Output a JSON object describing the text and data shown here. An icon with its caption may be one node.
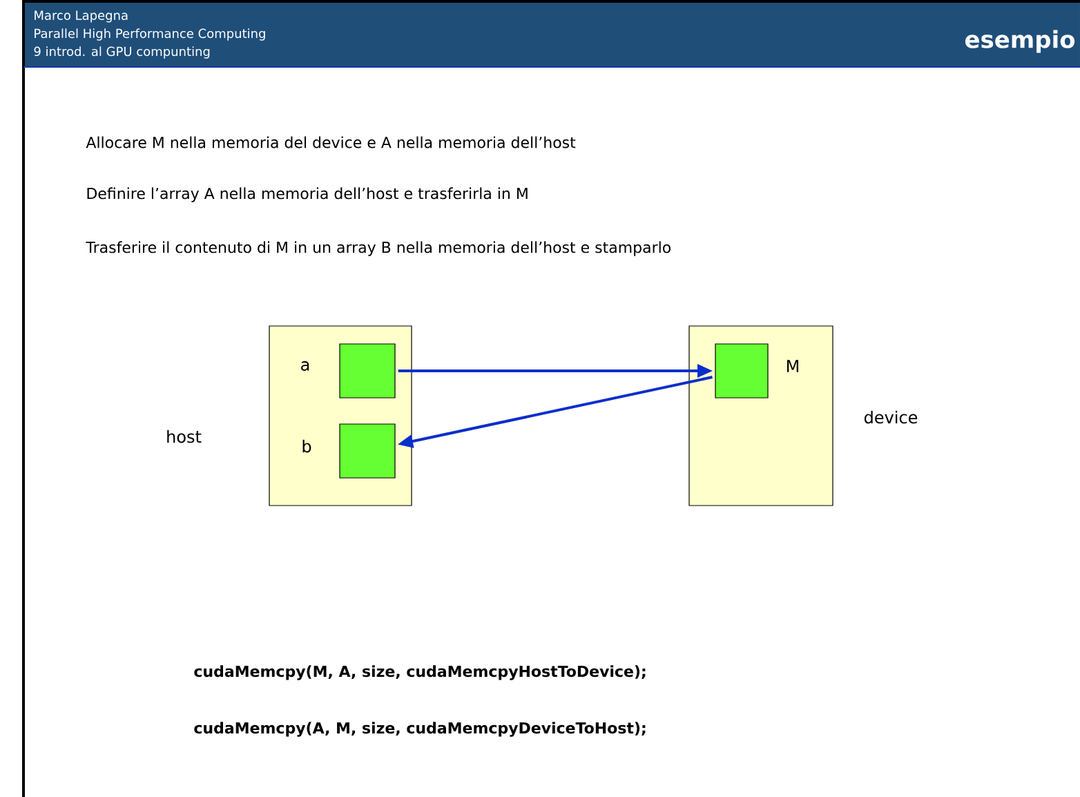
{
  "diagram": {
    "title": "esempio",
    "nodes": [
      {
        "text": [
          "host"
        ]
      },
      {
        "text": [],
        "shape": "box",
        "in": 0,
        "beside": [
          "a"
        ]
      },
      {
        "text": [],
        "shape": "box",
        "in": 0,
        "beside": [
          "b"
        ]
      },
      {
        "text": [
          "device"
        ]
      },
      {
        "text": [],
        "shape": "box",
        "in": 3,
        "beside": [
          "M"
        ]
      }
    ],
    "edges": [
      {
        "from": 1,
        "to": 4,
        "arrow": "to"
      },
      {
        "from": 4,
        "to": 2,
        "arrow": "to"
      }
    ],
    "labels": [
      "Marco Lapegna",
      "Parallel High Performance Computing",
      "9 introd. al GPU compunting",
      "Allocare M nella memoria del device e A nella memoria dell’host",
      "Definire l’array A nella memoria dell’host e trasferirla in  M",
      "Trasferire il contenuto di M in un array B nella memoria dell’host e stamparlo",
      "cudaMemcpy(M, A, size, cudaMemcpyHostToDevice);",
      "cudaMemcpy(A, M, size, cudaMemcpyDeviceToHost);"
    ]
  }
}
